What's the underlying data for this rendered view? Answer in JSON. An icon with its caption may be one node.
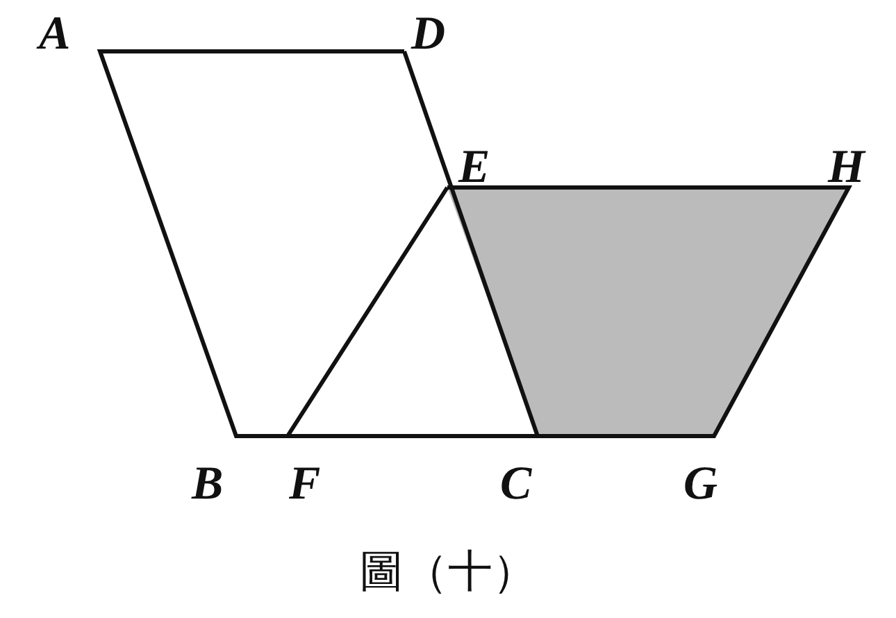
{
  "diagram": {
    "caption": "圖（十）",
    "labels": [
      "A",
      "D",
      "E",
      "H",
      "B",
      "F",
      "C",
      "G"
    ]
  }
}
